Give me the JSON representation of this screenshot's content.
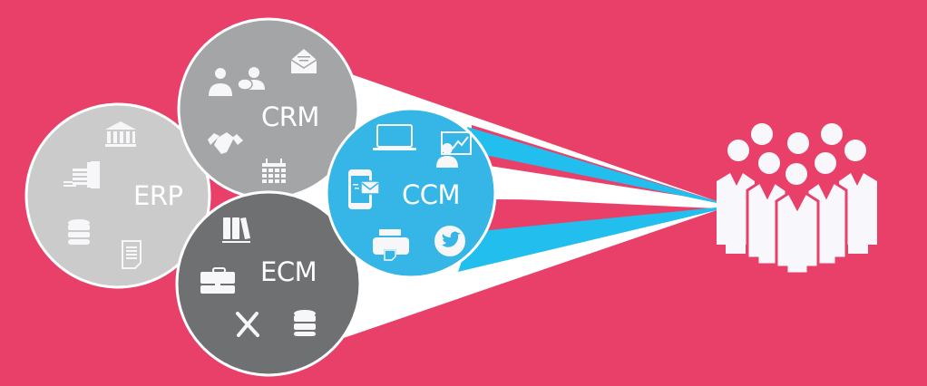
{
  "diagram": {
    "background_color": "#E94069",
    "nodes": [
      {
        "id": "erp",
        "label": "ERP",
        "color": "#CBCBCB",
        "icons": [
          "bank-icon",
          "buildings-icon",
          "database-icon",
          "document-icon"
        ]
      },
      {
        "id": "crm",
        "label": "CRM",
        "color": "#A4A5A7",
        "icons": [
          "users-chat-icon",
          "open-envelope-icon",
          "handshake-icon",
          "calendar-icon"
        ]
      },
      {
        "id": "ecm",
        "label": "ECM",
        "color": "#6E7072",
        "icons": [
          "binders-icon",
          "briefcase-icon",
          "tools-icon",
          "database-icon"
        ]
      },
      {
        "id": "ccm",
        "label": "CCM",
        "color": "#35B6E7",
        "icons": [
          "laptop-icon",
          "presenter-chart-icon",
          "mobile-mail-icon",
          "printer-icon",
          "twitter-icon"
        ]
      }
    ],
    "flow": {
      "from": "ccm",
      "to": "audience",
      "beam_colors": [
        "#FFFFFF",
        "#22BFEE",
        "#E94069"
      ]
    },
    "audience": {
      "icon": "people-group-icon",
      "color": "#FFFFFF"
    }
  }
}
